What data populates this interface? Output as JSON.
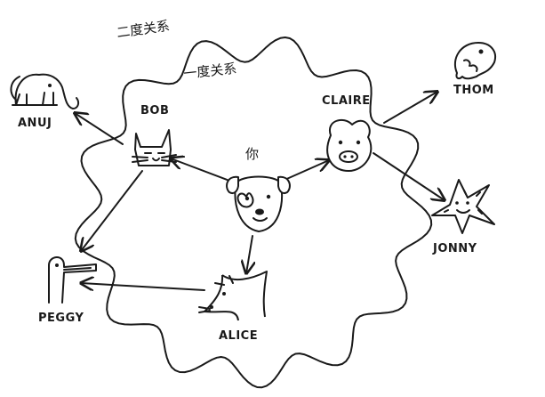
{
  "regions": {
    "second_degree": "二度关系",
    "first_degree": "一度关系"
  },
  "nodes": {
    "you": "你",
    "bob": "BOB",
    "claire": "CLAIRE",
    "alice": "ALICE",
    "anuj": "ANUJ",
    "peggy": "PEGGY",
    "thom": "THOM",
    "jonny": "JONNY"
  },
  "edges": [
    {
      "from": "you",
      "to": "bob"
    },
    {
      "from": "you",
      "to": "claire"
    },
    {
      "from": "you",
      "to": "alice"
    },
    {
      "from": "bob",
      "to": "anuj"
    },
    {
      "from": "bob",
      "to": "peggy"
    },
    {
      "from": "alice",
      "to": "peggy"
    },
    {
      "from": "claire",
      "to": "thom"
    },
    {
      "from": "claire",
      "to": "jonny"
    }
  ]
}
